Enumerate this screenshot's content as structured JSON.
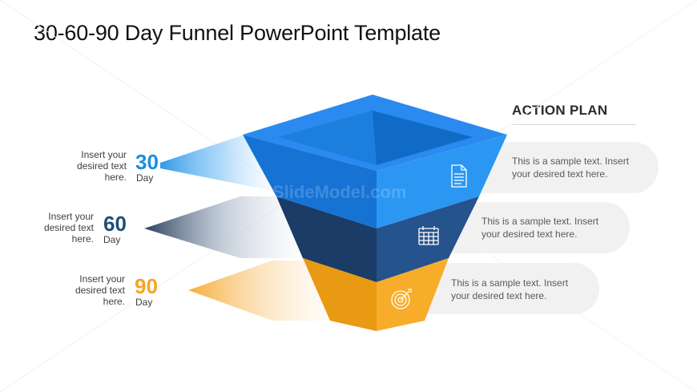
{
  "slide": {
    "title": "30-60-90 Day Funnel PowerPoint Template",
    "action_plan_title": "ACTION PLAN",
    "watermark": "SlideModel.com"
  },
  "stages": [
    {
      "number": "30",
      "unit": "Day",
      "label": "Insert your desired text here.",
      "label_lines": [
        "Insert your",
        "desired text",
        "here."
      ],
      "color": "#1a8fe3",
      "icon": "document-icon",
      "pill_text": "This is a sample text. Insert your desired text here."
    },
    {
      "number": "60",
      "unit": "Day",
      "label": "Insert your desired text here.",
      "label_lines": [
        "Insert your",
        "desired text",
        "here."
      ],
      "color": "#1f4e79",
      "icon": "calendar-icon",
      "pill_text": "This is a sample text. Insert your desired text here."
    },
    {
      "number": "90",
      "unit": "Day",
      "label": "Insert your desired text here.",
      "label_lines": [
        "Insert your",
        "desired text",
        "here."
      ],
      "color": "#f5a623",
      "icon": "target-icon",
      "pill_text": "This is a sample text. Insert your desired text here."
    }
  ],
  "colors": {
    "blue_top": "#1e90ff",
    "blue_dark": "#1f4e79",
    "orange": "#f5a623",
    "pill_bg": "#f1f1f1"
  }
}
